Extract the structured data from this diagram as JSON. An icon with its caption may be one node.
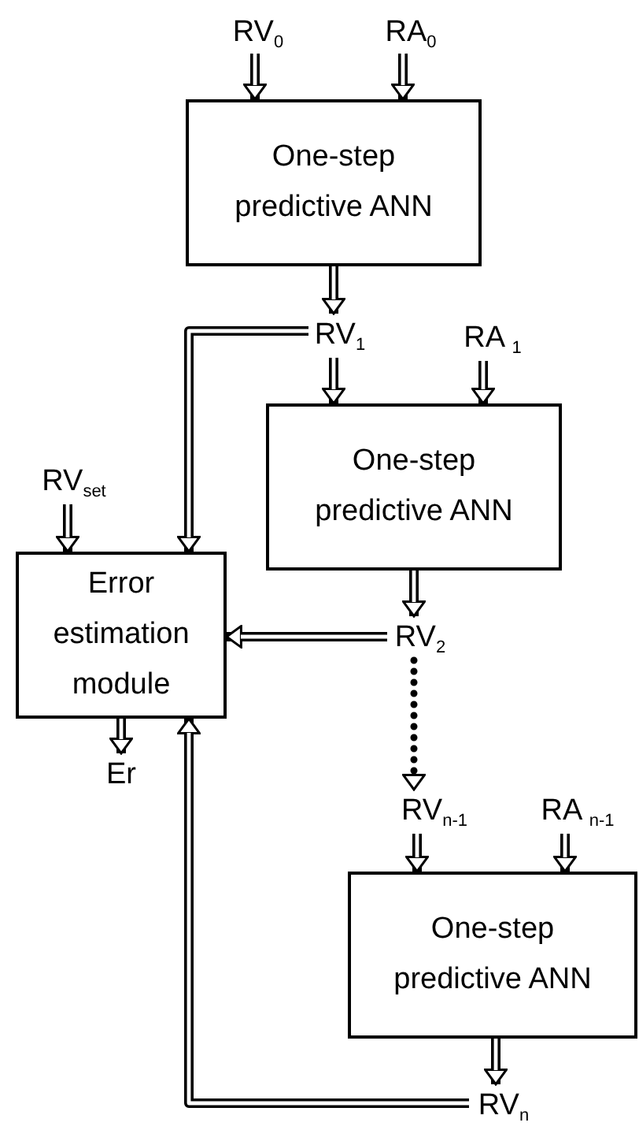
{
  "diagram": {
    "nodes": [
      {
        "text": [
          "RV$_{0}$"
        ]
      },
      {
        "text": [
          "RA$_{0}$"
        ]
      },
      {
        "text": [
          "One-step predictive ANN"
        ]
      },
      {
        "text": [
          "RV$_{1}$"
        ]
      },
      {
        "text": [
          "RA $_{1}$"
        ]
      },
      {
        "text": [
          "One-step predictive ANN"
        ]
      },
      {
        "text": [
          "RV$_{set}$"
        ]
      },
      {
        "text": [
          "Error estimation module"
        ]
      },
      {
        "text": [
          "RV$_{2}$"
        ]
      },
      {
        "text": [
          "Er"
        ]
      },
      {
        "text": [
          "RV$_{n-1}$"
        ]
      },
      {
        "text": [
          "RA $_{n-1}$"
        ]
      },
      {
        "text": [
          "One-step predictive ANN"
        ]
      },
      {
        "text": [
          "RV$_{n}$"
        ]
      }
    ],
    "edges": [
      {
        "from": 0,
        "to": 2,
        "arrow": "to"
      },
      {
        "from": 1,
        "to": 2,
        "arrow": "to"
      },
      {
        "from": 2,
        "to": 3,
        "arrow": "to"
      },
      {
        "from": 3,
        "to": 5,
        "arrow": "to"
      },
      {
        "from": 4,
        "to": 5,
        "arrow": "to"
      },
      {
        "from": 3,
        "to": 7,
        "arrow": "to"
      },
      {
        "from": 6,
        "to": 7,
        "arrow": "to"
      },
      {
        "from": 8,
        "to": 7,
        "arrow": "to"
      },
      {
        "from": 5,
        "to": 8,
        "arrow": "to"
      },
      {
        "from": 8,
        "to": 10,
        "arrow": "to",
        "style": "dashed"
      },
      {
        "from": 10,
        "to": 12,
        "arrow": "to"
      },
      {
        "from": 11,
        "to": 12,
        "arrow": "to"
      },
      {
        "from": 12,
        "to": 13,
        "arrow": "to"
      },
      {
        "from": 13,
        "to": 7,
        "arrow": "to"
      },
      {
        "from": 7,
        "to": 9,
        "arrow": "to"
      }
    ]
  }
}
